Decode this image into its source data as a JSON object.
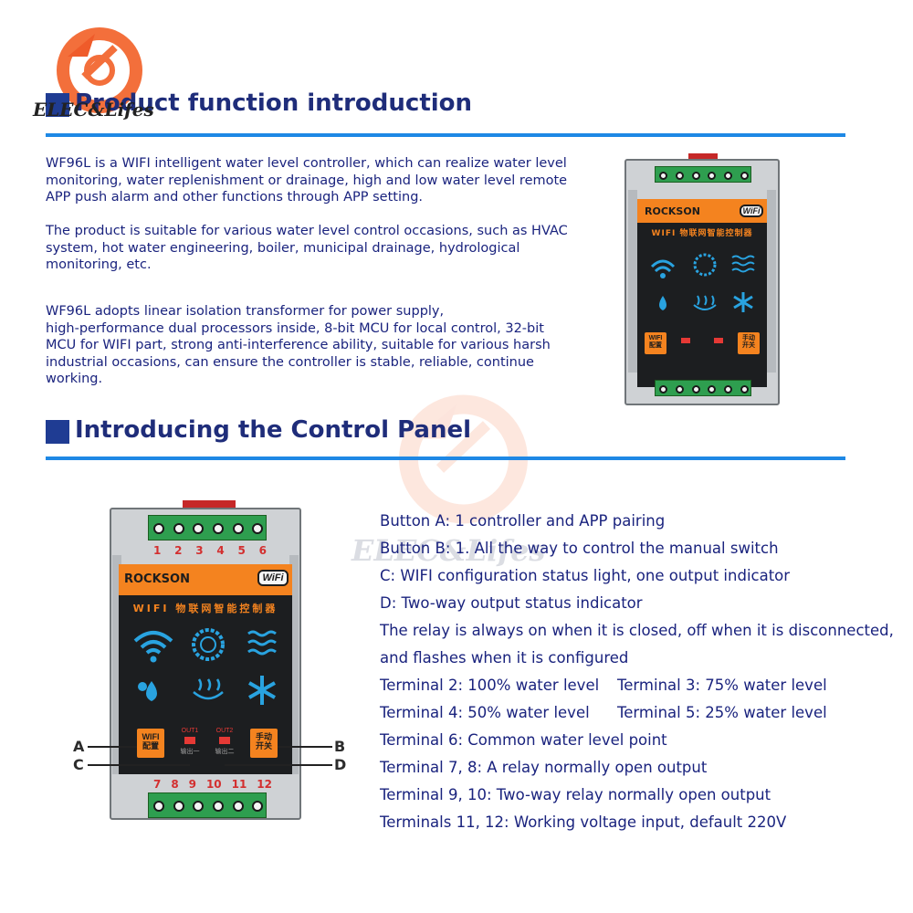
{
  "watermark": {
    "text": "ELEC&Lifes"
  },
  "section1": {
    "title": "Product function introduction",
    "paragraph1": [
      "WF96L is a WIFI intelligent water level controller, which can realize water level",
      "monitoring, water replenishment or drainage, high and low water level remote",
      "APP push alarm and other functions through APP setting."
    ],
    "paragraph2": [
      "The product is suitable for various water level control occasions, such as HVAC",
      "system, hot water engineering, boiler, municipal drainage, hydrological",
      "monitoring, etc."
    ],
    "paragraph3": [
      "WF96L adopts linear isolation transformer for power supply,",
      "high-performance dual processors inside, 8-bit MCU for local control, 32-bit",
      "MCU for WIFI part, strong anti-interference ability, suitable for various harsh",
      "industrial occasions, can ensure the controller is stable, reliable, continue",
      "working."
    ]
  },
  "section2": {
    "title": "Introducing the Control Panel",
    "specs": [
      "Button A: 1 controller and APP pairing",
      "Button B: 1. All the way to control the manual switch",
      "C: WIFI configuration status light, one output indicator",
      "D: Two-way output status indicator",
      "The relay is always on when it is closed, off when it is disconnected,",
      "and flashes when it is configured"
    ],
    "terminal_pairs": [
      [
        "Terminal 2: 100% water level",
        "Terminal 3: 75% water level"
      ],
      [
        "Terminal 4: 50% water level",
        "Terminal 5: 25% water level"
      ]
    ],
    "specs_tail": [
      "Terminal 6: Common water level point",
      "Terminal 7, 8: A relay normally open output",
      "Terminal 9, 10: Two-way relay normally open output",
      "Terminals 11, 12: Working voltage input, default 220V"
    ]
  },
  "device": {
    "brand": "ROCKSON",
    "wifi_badge": "WiFi",
    "cn_title": "WIFI 物联网智能控制器",
    "btn_wifi": [
      "WIFI",
      "配置"
    ],
    "btn_manual": [
      "手动",
      "开关"
    ],
    "out1": "OUT1",
    "out1_cn": "输出一",
    "out2": "OUT2",
    "out2_cn": "输出二",
    "top_terminals": [
      "1",
      "2",
      "3",
      "4",
      "5",
      "6"
    ],
    "bottom_terminals": [
      "7",
      "8",
      "9",
      "10",
      "11",
      "12"
    ],
    "callouts": {
      "a": "A",
      "b": "B",
      "c": "C",
      "d": "D"
    },
    "icons": [
      "wifi-icon",
      "gear-clock-icon",
      "water-waves-icon",
      "water-drop-icon",
      "heating-icon",
      "snowflake-icon"
    ],
    "colors": {
      "orange": "#f4831f",
      "icon_blue": "#29a3e0",
      "led_red": "#e53935",
      "terminal_green": "#2e9e4f"
    }
  }
}
